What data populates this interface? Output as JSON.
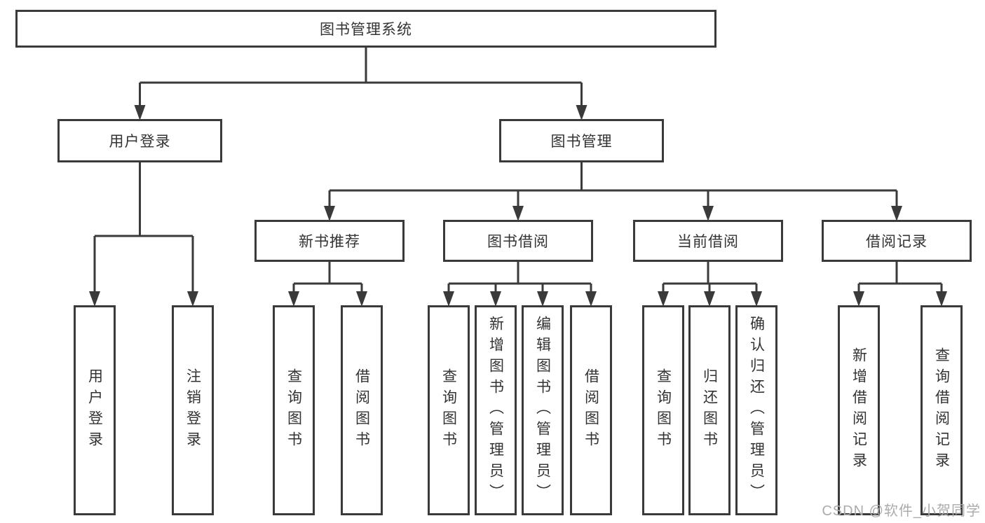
{
  "palette": {
    "line": "#3a3a3a",
    "text": "#333333",
    "background": "#ffffff",
    "watermark": "#ababab"
  },
  "watermark": {
    "text": "CSDN @软件_小贺同学"
  },
  "diagram_title": "图书管理系统",
  "nodes": [
    {
      "id": "root",
      "label": "图书管理系统",
      "parent": null,
      "orientation": "horizontal"
    },
    {
      "id": "user-login",
      "label": "用户登录",
      "parent": "root",
      "orientation": "horizontal"
    },
    {
      "id": "book-mgmt",
      "label": "图书管理",
      "parent": "root",
      "orientation": "horizontal"
    },
    {
      "id": "login",
      "label": "用户登录",
      "parent": "user-login",
      "orientation": "vertical"
    },
    {
      "id": "logout",
      "label": "注销登录",
      "parent": "user-login",
      "orientation": "vertical"
    },
    {
      "id": "new-book-rec",
      "label": "新书推荐",
      "parent": "book-mgmt",
      "orientation": "horizontal"
    },
    {
      "id": "book-borrow",
      "label": "图书借阅",
      "parent": "book-mgmt",
      "orientation": "horizontal"
    },
    {
      "id": "current-borrow",
      "label": "当前借阅",
      "parent": "book-mgmt",
      "orientation": "horizontal"
    },
    {
      "id": "borrow-records",
      "label": "借阅记录",
      "parent": "book-mgmt",
      "orientation": "horizontal"
    },
    {
      "id": "rec-query-book",
      "label": "查询图书",
      "parent": "new-book-rec",
      "orientation": "vertical"
    },
    {
      "id": "rec-borrow-book",
      "label": "借阅图书",
      "parent": "new-book-rec",
      "orientation": "vertical"
    },
    {
      "id": "bb-query-book",
      "label": "查询图书",
      "parent": "book-borrow",
      "orientation": "vertical"
    },
    {
      "id": "bb-add-book",
      "label": "新增图书（管理员）",
      "parent": "book-borrow",
      "orientation": "vertical"
    },
    {
      "id": "bb-edit-book",
      "label": "编辑图书（管理员）",
      "parent": "book-borrow",
      "orientation": "vertical"
    },
    {
      "id": "bb-borrow-book",
      "label": "借阅图书",
      "parent": "book-borrow",
      "orientation": "vertical"
    },
    {
      "id": "cb-query-book",
      "label": "查询图书",
      "parent": "current-borrow",
      "orientation": "vertical"
    },
    {
      "id": "cb-return-book",
      "label": "归还图书",
      "parent": "current-borrow",
      "orientation": "vertical"
    },
    {
      "id": "cb-confirm-return",
      "label": "确认归还（管理员）",
      "parent": "current-borrow",
      "orientation": "vertical"
    },
    {
      "id": "br-add-record",
      "label": "新增借阅记录",
      "parent": "borrow-records",
      "orientation": "vertical"
    },
    {
      "id": "br-query-record",
      "label": "查询借阅记录",
      "parent": "borrow-records",
      "orientation": "vertical"
    }
  ]
}
